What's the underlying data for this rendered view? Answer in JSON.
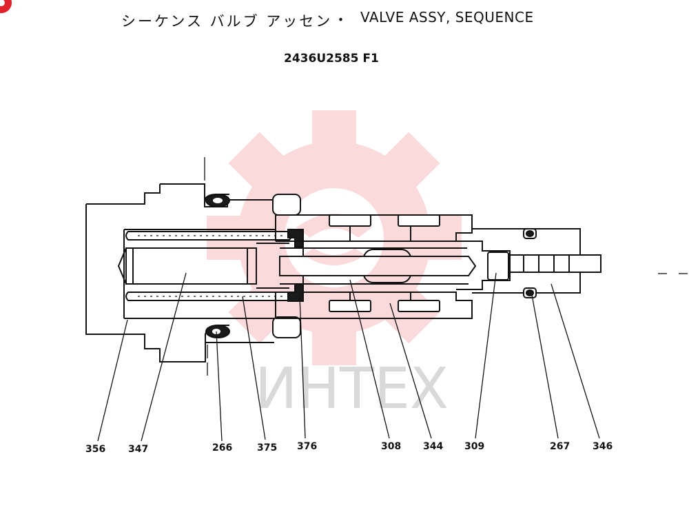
{
  "title": {
    "jp": "シーケンス バルブ アッセン",
    "separator": "・",
    "en": "VALVE ASSY, SEQUENCE"
  },
  "part_number": "2436U2585 F1",
  "watermark": {
    "text": "ИНТЕХ",
    "gear_color": "#f6bcbc",
    "text_color": "#d9d9d9"
  },
  "callouts": [
    {
      "id": "356"
    },
    {
      "id": "347"
    },
    {
      "id": "266"
    },
    {
      "id": "375"
    },
    {
      "id": "376"
    },
    {
      "id": "308"
    },
    {
      "id": "344"
    },
    {
      "id": "309"
    },
    {
      "id": "267"
    },
    {
      "id": "346"
    }
  ],
  "colors": {
    "line": "#111111",
    "corner_badge": "#e0202a"
  }
}
